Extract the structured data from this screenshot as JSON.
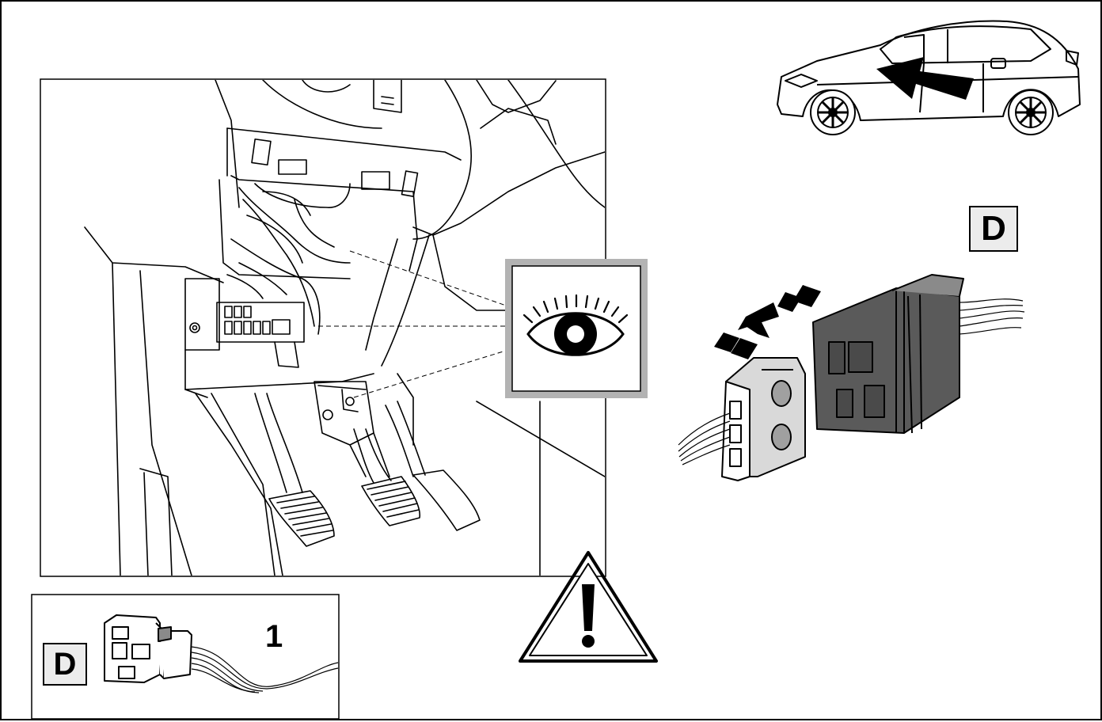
{
  "labels": {
    "connector_letter_main": "D",
    "connector_letter_inset": "D",
    "wire_number": "1"
  },
  "icons": [
    "car-side-icon",
    "direction-arrow-icon",
    "eye-icon",
    "warning-triangle-icon",
    "connect-arrows-icon"
  ],
  "colors": {
    "line": "#000000",
    "connector_dark": "#5a5a5a",
    "eye_frame": "#b3b3b3",
    "label_fill": "#ececec",
    "background": "#ffffff"
  }
}
